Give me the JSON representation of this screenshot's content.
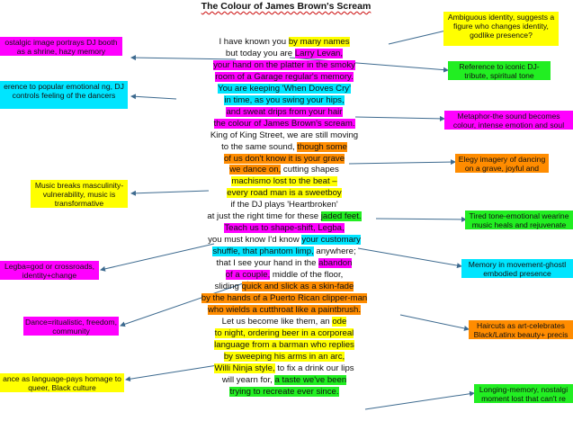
{
  "title": "The Colour of James Brown's Scream",
  "poem": [
    [
      {
        "t": "I have known you "
      },
      {
        "t": "by many names",
        "h": "y"
      }
    ],
    [
      {
        "t": "but today you are "
      },
      {
        "t": "Larry Levan,",
        "h": "m"
      }
    ],
    [
      {
        "t": "your hand on the platter in the smoky",
        "h": "m"
      }
    ],
    [
      {
        "t": "room of a Garage regular's memory.",
        "h": "m"
      }
    ],
    [
      {
        "t": "You are keeping 'When Doves Cry'",
        "h": "c"
      }
    ],
    [
      {
        "t": "in time, as you swing your hips,",
        "h": "c"
      }
    ],
    [
      {
        "t": "and sweat drips from your hair",
        "h": "m"
      }
    ],
    [
      {
        "t": "the colour of James Brown's scream.",
        "h": "m"
      }
    ],
    [
      {
        "t": "King of King Street, we are still moving"
      }
    ],
    [
      {
        "t": "to the same sound, "
      },
      {
        "t": "though some",
        "h": "o"
      }
    ],
    [
      {
        "t": "of us don't know it is your grave",
        "h": "o"
      }
    ],
    [
      {
        "t": "we dance on,",
        "h": "o"
      },
      {
        "t": " cutting shapes"
      }
    ],
    [
      {
        "t": "machismo lost to the beat –",
        "h": "y"
      }
    ],
    [
      {
        "t": "every road man is a sweetboy",
        "h": "y"
      }
    ],
    [
      {
        "t": "if the DJ plays 'Heartbroken'"
      }
    ],
    [
      {
        "t": "at just the right time for these "
      },
      {
        "t": "jaded feet.",
        "h": "g"
      }
    ],
    [
      {
        "t": "Teach us to shape-shift, Legba,",
        "h": "m"
      }
    ],
    [
      {
        "t": "you must know I'd know "
      },
      {
        "t": "your customary",
        "h": "c"
      }
    ],
    [
      {
        "t": "shuffle, that phantom limp,",
        "h": "c"
      },
      {
        "t": " anywhere;"
      }
    ],
    [
      {
        "t": "that I see your hand in the "
      },
      {
        "t": "abandon",
        "h": "m"
      }
    ],
    [
      {
        "t": "of a couple,",
        "h": "m"
      },
      {
        "t": " middle of the floor,"
      }
    ],
    [
      {
        "t": "sliding "
      },
      {
        "t": "quick and slick as a skin-fade",
        "h": "o"
      }
    ],
    [
      {
        "t": "by the hands of a Puerto Rican clipper-man",
        "h": "o"
      }
    ],
    [
      {
        "t": "who wields a cutthroat like a paintbrush.",
        "h": "o"
      }
    ],
    [
      {
        "t": "Let us become like them, an "
      },
      {
        "t": "ode",
        "h": "y"
      }
    ],
    [
      {
        "t": "to night, ordering beer in a corporeal",
        "h": "y"
      }
    ],
    [
      {
        "t": "language from a barman who replies",
        "h": "y"
      }
    ],
    [
      {
        "t": "by sweeping his arms in an arc,",
        "h": "y"
      }
    ],
    [
      {
        "t": "Willi Ninja style,",
        "h": "y"
      },
      {
        "t": " to fix a drink our lips"
      }
    ],
    [
      {
        "t": "will yearn for, "
      },
      {
        "t": "a taste we've been",
        "h": "g"
      }
    ],
    [
      {
        "t": "trying to recreate ever since.",
        "h": "g"
      }
    ]
  ],
  "notes_left": [
    {
      "text": "ostalgic image portrays DJ booth as a shrine, hazy memory",
      "color": "m"
    },
    {
      "text": "erence to popular emotional ng, DJ controls feeling  of the dancers",
      "color": "c"
    },
    {
      "text": "Music breaks masculinity- vulnerability, music is transformative",
      "color": "y"
    },
    {
      "text": "Legba=god or crossroads, identity+change",
      "color": "m"
    },
    {
      "text": "Dance=ritualistic, freedom, community",
      "color": "m"
    },
    {
      "text": "ance as language-pays homage to queer, Black culture",
      "color": "y"
    }
  ],
  "notes_right": [
    {
      "text": "Ambiguous identity, suggests a figure who changes identity, godlike presence?",
      "color": "y"
    },
    {
      "text": "Reference to iconic DJ-tribute, spiritual tone",
      "color": "g"
    },
    {
      "text": "Metaphor-the sound becomes colour, intense emotion and soul",
      "color": "m"
    },
    {
      "text": "Elegy imagery of dancing on a grave, joyful and tragic",
      "color": "o"
    },
    {
      "text": "Tired tone-emotional wearine music heals and rejuvenate",
      "color": "g"
    },
    {
      "text": "Memory in movement-ghostl embodied presence",
      "color": "c"
    },
    {
      "text": "Haircuts as art-celebrates Black/Latinx beauty+ precis",
      "color": "o"
    },
    {
      "text": "Longing-memory, nostalgi moment lost that can't re",
      "color": "g"
    }
  ]
}
